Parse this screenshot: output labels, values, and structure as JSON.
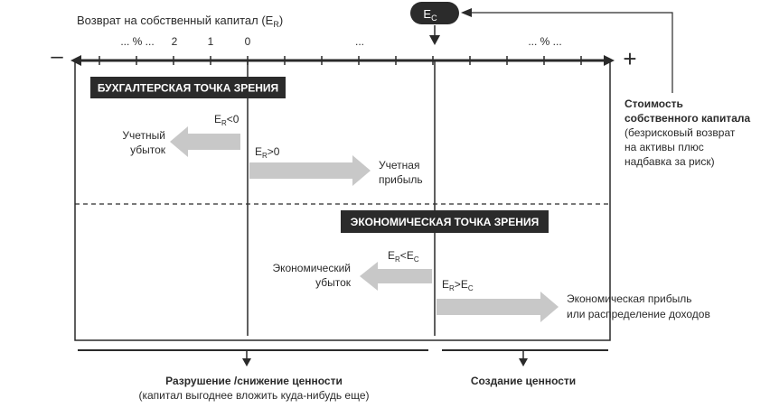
{
  "axis": {
    "title": "Возврат на собственный капитал (E",
    "title_sub": "R",
    "title_close": ")",
    "minus": "–",
    "plus": "+",
    "ticks_left": [
      "... % ...",
      "2",
      "1",
      "0"
    ],
    "ticks_mid": "...",
    "ticks_right": "... % ..."
  },
  "ec_marker": {
    "main": "E",
    "sub": "C"
  },
  "cost_of_equity": {
    "title_line1": "Стоимость",
    "title_line2": "собственного капитала",
    "note_line1": "(безрисковый возврат",
    "note_line2": "на активы плюс",
    "note_line3": "надбавка за риск)"
  },
  "accounting": {
    "header": "БУХГАЛТЕРСКАЯ ТОЧКА ЗРЕНИЯ",
    "neg_condition": {
      "main": "E",
      "sub": "R",
      "rest": "<0"
    },
    "pos_condition": {
      "main": "E",
      "sub": "R",
      "rest": ">0"
    },
    "loss_line1": "Учетный",
    "loss_line2": "убыток",
    "profit_line1": "Учетная",
    "profit_line2": "прибыль"
  },
  "economic": {
    "header": "ЭКОНОМИЧЕСКАЯ ТОЧКА ЗРЕНИЯ",
    "neg_condition": {
      "main": "E",
      "sub": "R",
      "op": "<",
      "main2": "E",
      "sub2": "C"
    },
    "pos_condition": {
      "main": "E",
      "sub": "R",
      "op": ">",
      "main2": "E",
      "sub2": "C"
    },
    "loss_line1": "Экономический",
    "loss_line2": "убыток",
    "profit_line1": "Экономическая прибыль",
    "profit_line2": "или распределение доходов"
  },
  "bottom": {
    "destruction_title": "Разрушение /снижение ценности",
    "destruction_note": "(капитал выгоднее вложить куда-нибудь еще)",
    "creation_title": "Создание ценности"
  },
  "colors": {
    "ink": "#2a2a2a",
    "header_bg": "#2b2b2b",
    "arrow_fill": "#c8c8c8"
  }
}
